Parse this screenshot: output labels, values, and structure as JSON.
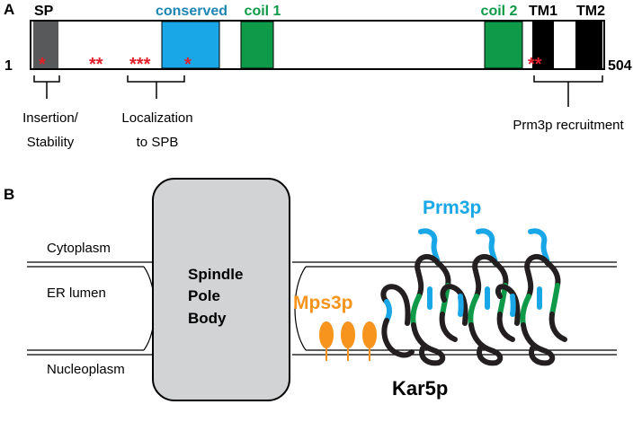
{
  "panel_a": {
    "label": "A",
    "start": "1",
    "end": "504",
    "domains": {
      "sp": "SP",
      "conserved": "conserved",
      "coil1": "coil 1",
      "coil2": "coil 2",
      "tm1": "TM1",
      "tm2": "TM2"
    },
    "asterisks": [
      "*",
      "**",
      "***",
      "*",
      "**"
    ],
    "regions": {
      "insertion_line1": "Insertion/",
      "insertion_line2": "Stability",
      "localization_line1": "Localization",
      "localization_line2": "to SPB",
      "prm3p": "Prm3p recruitment"
    }
  },
  "panel_b": {
    "label": "B",
    "cytoplasm": "Cytoplasm",
    "er_lumen": "ER lumen",
    "nucleoplasm": "Nucleoplasm",
    "spb_line1": "Spindle",
    "spb_line2": "Pole",
    "spb_line3": "Body",
    "mps3p": "Mps3p",
    "prm3p": "Prm3p",
    "kar5p": "Kar5p"
  },
  "colors": {
    "sp_gray": "#58595b",
    "conserved_blue": "#1aa7e8",
    "coil_green": "#0e9a48",
    "tm_black": "#000000",
    "asterisk_red": "#e0202a",
    "mps3p_orange": "#f7941d",
    "prm3p_blue": "#1aa7e8",
    "spb_fill": "#d1d3d4"
  }
}
